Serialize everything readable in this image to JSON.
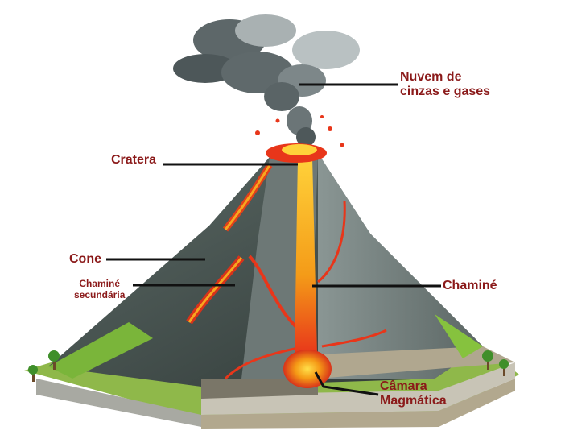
{
  "labels": {
    "nuvem": [
      "Nuvem de",
      "cinzas e gases"
    ],
    "cratera": "Cratera",
    "cone": "Cone",
    "chamine_secundaria": [
      "Chaminé",
      "secundária"
    ],
    "chamine": "Chaminé",
    "camara": [
      "Câmara",
      "Magmática"
    ]
  },
  "colors": {
    "label_text": "#8b1a1a",
    "leader_line": "#111111",
    "lava": "#f2a21a",
    "lava_glow": "#e8361a",
    "cone_rock": "#4f5a58",
    "grass": "#7cbf3a",
    "smoke": "#5a6466"
  },
  "icons": [
    "volcano-illustration",
    "ash-cloud",
    "tree-icon"
  ]
}
